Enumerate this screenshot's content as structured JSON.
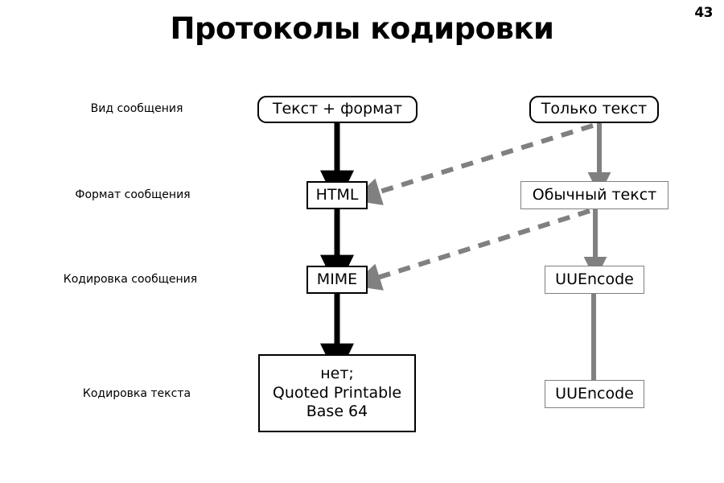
{
  "slide": {
    "number": "43",
    "title": "Протоколы кодировки",
    "background": "#ffffff"
  },
  "colors": {
    "black_flow": "#000000",
    "gray_flow": "#808080",
    "dashed_flow": "#808080",
    "text": "#000000"
  },
  "row_labels": [
    {
      "label": "Вид сообщения"
    },
    {
      "label": "Формат сообщения"
    },
    {
      "label": "Кодировка сообщения"
    },
    {
      "label": "Кодировка текста"
    }
  ],
  "nodes": {
    "text_format": {
      "label": "Текст + формат",
      "shape": "rounded-rect",
      "border": "#000000"
    },
    "only_text": {
      "label": "Только текст",
      "shape": "rounded-rect",
      "border": "#000000"
    },
    "html": {
      "label": "HTML",
      "shape": "rect",
      "border": "#000000"
    },
    "plain_text": {
      "label": "Обычный текст",
      "shape": "rect",
      "border": "#808080"
    },
    "mime": {
      "label": "MIME",
      "shape": "rect",
      "border": "#000000"
    },
    "uuencode_msg": {
      "label": "UUEncode",
      "shape": "rect",
      "border": "#808080"
    },
    "quoted": {
      "shape": "rect",
      "border": "#000000",
      "line1": "нет;",
      "line2": "Quoted Printable",
      "line3": "Base 64"
    },
    "uuencode_text": {
      "label": "UUEncode",
      "shape": "rect",
      "border": "#808080"
    }
  },
  "connectors": [
    {
      "name": "text-format-to-html",
      "from": "text_format",
      "to": "html",
      "style": "solid",
      "color": "#000000",
      "arrow": true
    },
    {
      "name": "html-to-mime",
      "from": "html",
      "to": "mime",
      "style": "solid",
      "color": "#000000",
      "arrow": true
    },
    {
      "name": "mime-to-quoted",
      "from": "mime",
      "to": "quoted",
      "style": "solid",
      "color": "#000000",
      "arrow": true
    },
    {
      "name": "only-text-to-plain-text",
      "from": "only_text",
      "to": "plain_text",
      "style": "solid",
      "color": "#808080",
      "arrow": true
    },
    {
      "name": "plain-text-to-uuencode",
      "from": "plain_text",
      "to": "uuencode_msg",
      "style": "solid",
      "color": "#808080",
      "arrow": true
    },
    {
      "name": "uuencode-to-uuencode",
      "from": "uuencode_msg",
      "to": "uuencode_text",
      "style": "solid",
      "color": "#808080",
      "arrow": false
    },
    {
      "name": "only-text-to-html",
      "from": "only_text",
      "to": "html",
      "style": "dashed",
      "color": "#808080",
      "arrow": true
    },
    {
      "name": "plain-text-to-mime",
      "from": "plain_text",
      "to": "mime",
      "style": "dashed",
      "color": "#808080",
      "arrow": true
    }
  ]
}
